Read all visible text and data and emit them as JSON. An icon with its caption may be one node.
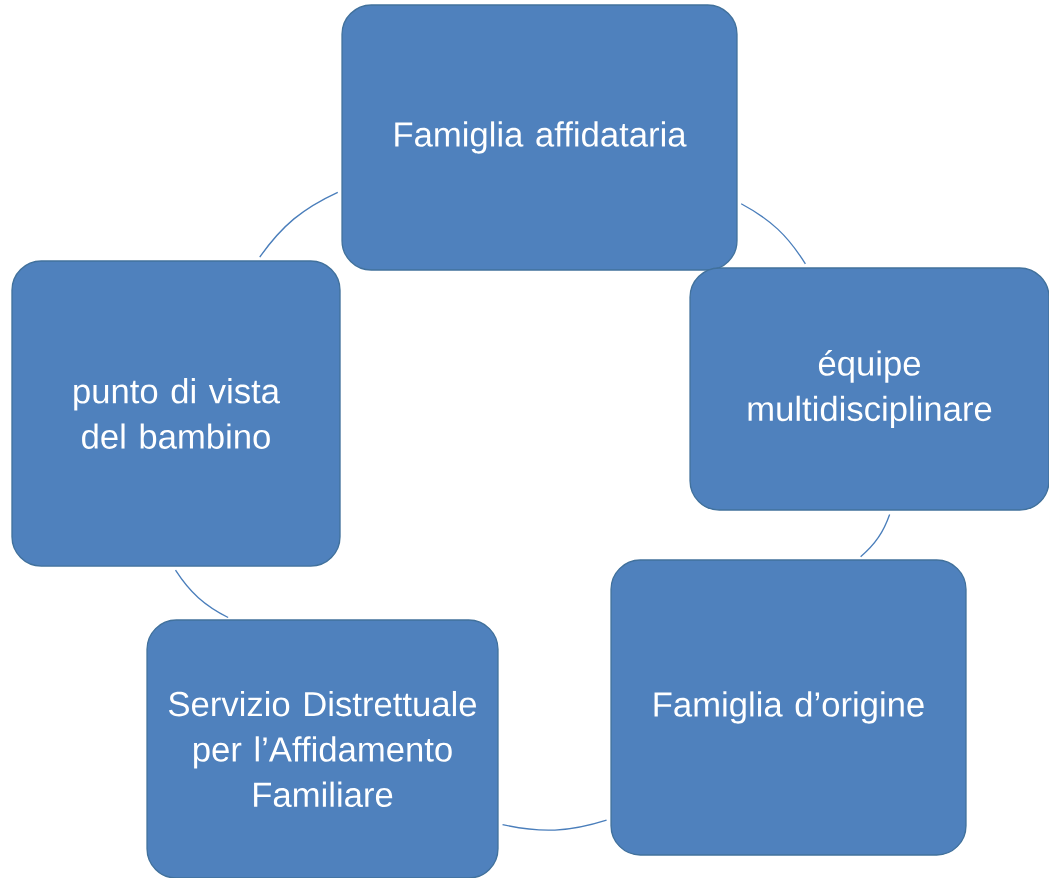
{
  "diagram": {
    "nodes": [
      {
        "text": [
          "Famiglia affidataria"
        ]
      },
      {
        "text": [
          "équipe multidisciplinare"
        ]
      },
      {
        "text": [
          "Famiglia d’origine"
        ]
      },
      {
        "text": [
          "Servizio Distrettuale per l’Affidamento Familiare"
        ]
      },
      {
        "text": [
          "punto di vista del bambino"
        ]
      }
    ],
    "edges": [
      {
        "from": 0,
        "to": 1,
        "arrow": "none"
      },
      {
        "from": 1,
        "to": 2,
        "arrow": "none"
      },
      {
        "from": 2,
        "to": 3,
        "arrow": "none"
      },
      {
        "from": 3,
        "to": 4,
        "arrow": "none"
      },
      {
        "from": 4,
        "to": 0,
        "arrow": "none"
      }
    ]
  }
}
